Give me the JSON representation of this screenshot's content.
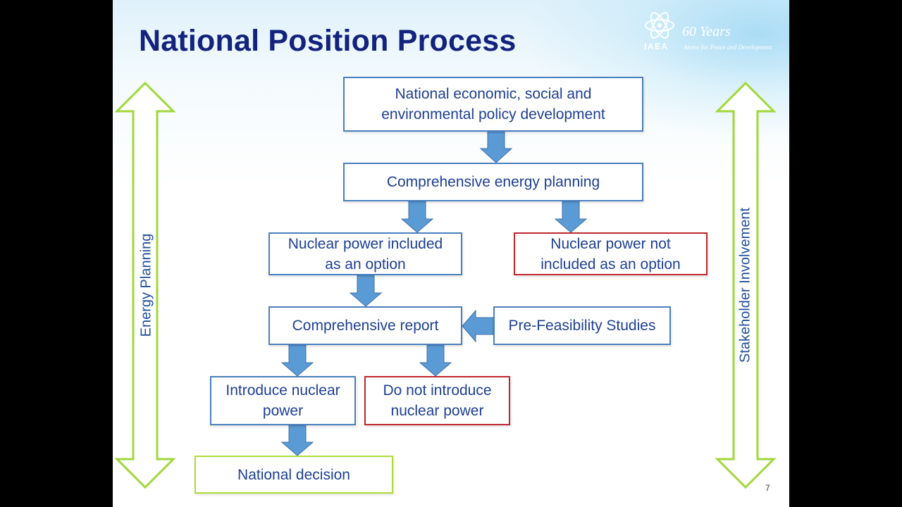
{
  "title": "National Position Process",
  "logo": {
    "years": "60 Years",
    "org": "IAEA",
    "tagline": "Atoms for Peace and Development"
  },
  "side_labels": {
    "left": "Energy Planning",
    "right": "Stakeholder Involvement"
  },
  "boxes": {
    "policy_line1": "National economic, social and",
    "policy_line2": "environmental policy development",
    "energy_planning": "Comprehensive energy planning",
    "included_line1": "Nuclear power included",
    "included_line2": "as an option",
    "not_included_line1": "Nuclear power not",
    "not_included_line2": "included as an option",
    "report": "Comprehensive report",
    "prefeasibility": "Pre-Feasibility Studies",
    "introduce_line1": "Introduce nuclear",
    "introduce_line2": "power",
    "not_introduce_line1": "Do not introduce",
    "not_introduce_line2": "nuclear power",
    "decision": "National decision"
  },
  "page_number": "7",
  "colors": {
    "title": "#13237d",
    "box_text": "#1d3f94",
    "blue_border": "#4a7fbd",
    "red_border": "#c0272d",
    "green_border": "#aedd3a",
    "arrow_fill": "#5b9bd5",
    "double_arrow": "#9fd83a"
  }
}
